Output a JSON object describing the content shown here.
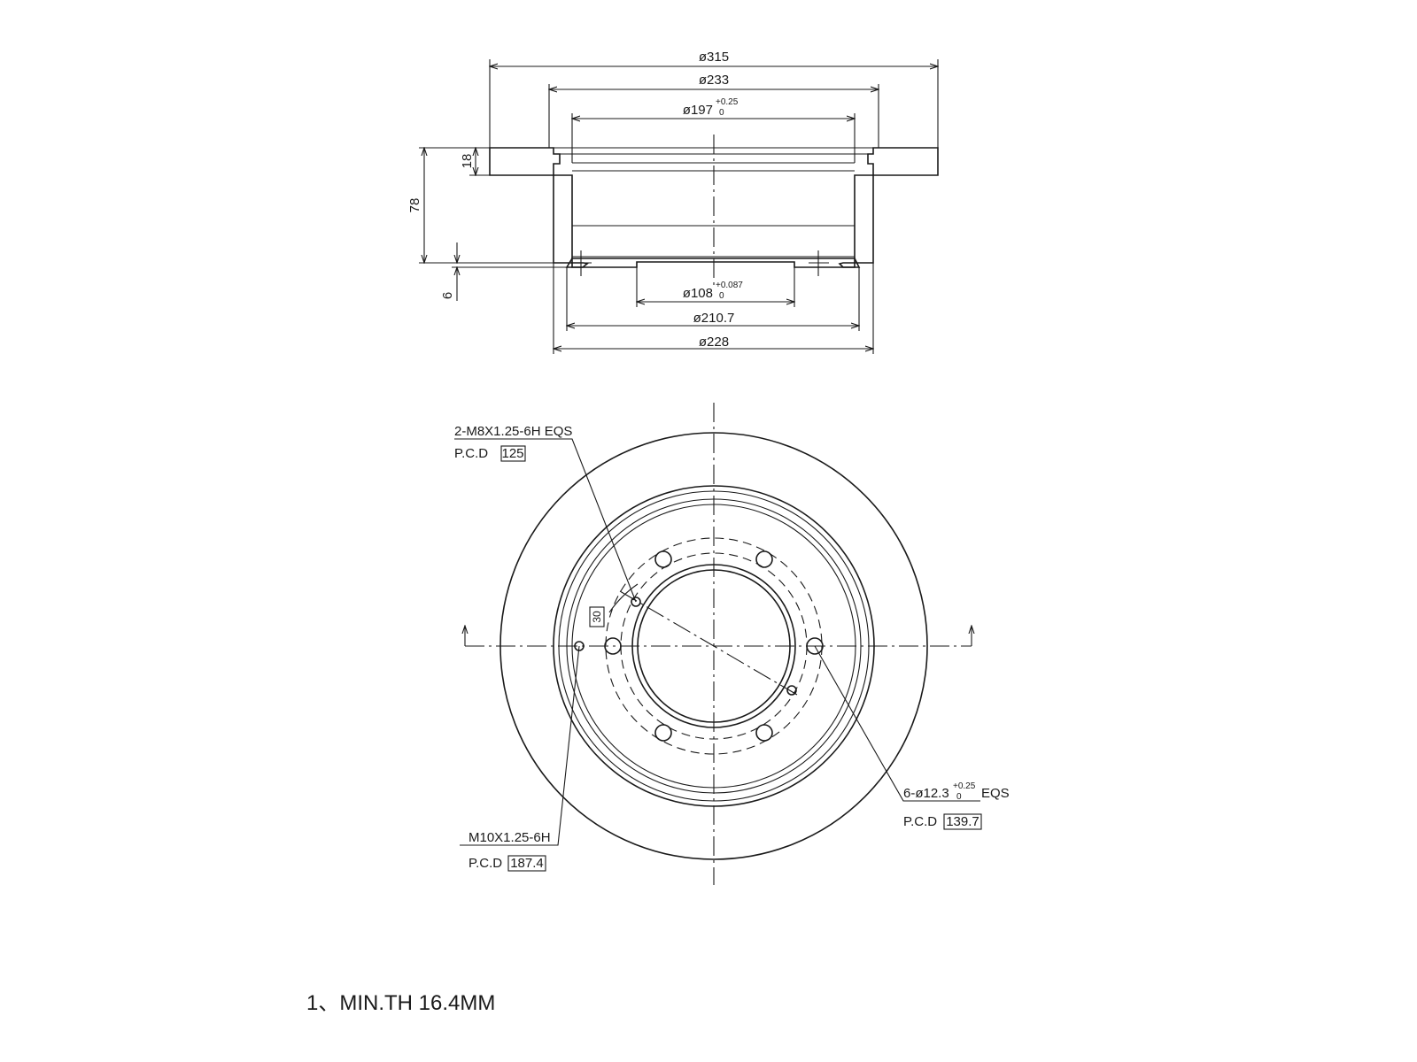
{
  "section_view": {
    "dia_outer": "ø315",
    "dia_hat": "ø233",
    "dia_bore": "ø197",
    "dia_bore_tol_upper": "+0.25",
    "dia_bore_tol_lower": "0",
    "dia_center": "ø108",
    "dia_center_tol_upper": "+0.087",
    "dia_center_tol_lower": "0",
    "dia_inner": "ø210.7",
    "dia_hat_outer": "ø228",
    "height_total": "78",
    "thickness": "18",
    "offset": "6"
  },
  "face_view": {
    "thread_small_label": "2-M8X1.25-6H EQS",
    "thread_small_pcd_label": "P.C.D",
    "thread_small_pcd_value": "125",
    "angle_value": "30",
    "holes_label_prefix": "6-ø12.3",
    "holes_tol_upper": "+0.25",
    "holes_tol_lower": "0",
    "holes_label_suffix": "EQS",
    "holes_pcd_label": "P.C.D",
    "holes_pcd_value": "139.7",
    "thread_large_label": "M10X1.25-6H",
    "thread_large_pcd_label": "P.C.D",
    "thread_large_pcd_value": "187.4"
  },
  "notes": {
    "note_1": "1、MIN.TH 16.4MM"
  },
  "colors": {
    "line": "#1a1a1a",
    "background": "#ffffff"
  }
}
